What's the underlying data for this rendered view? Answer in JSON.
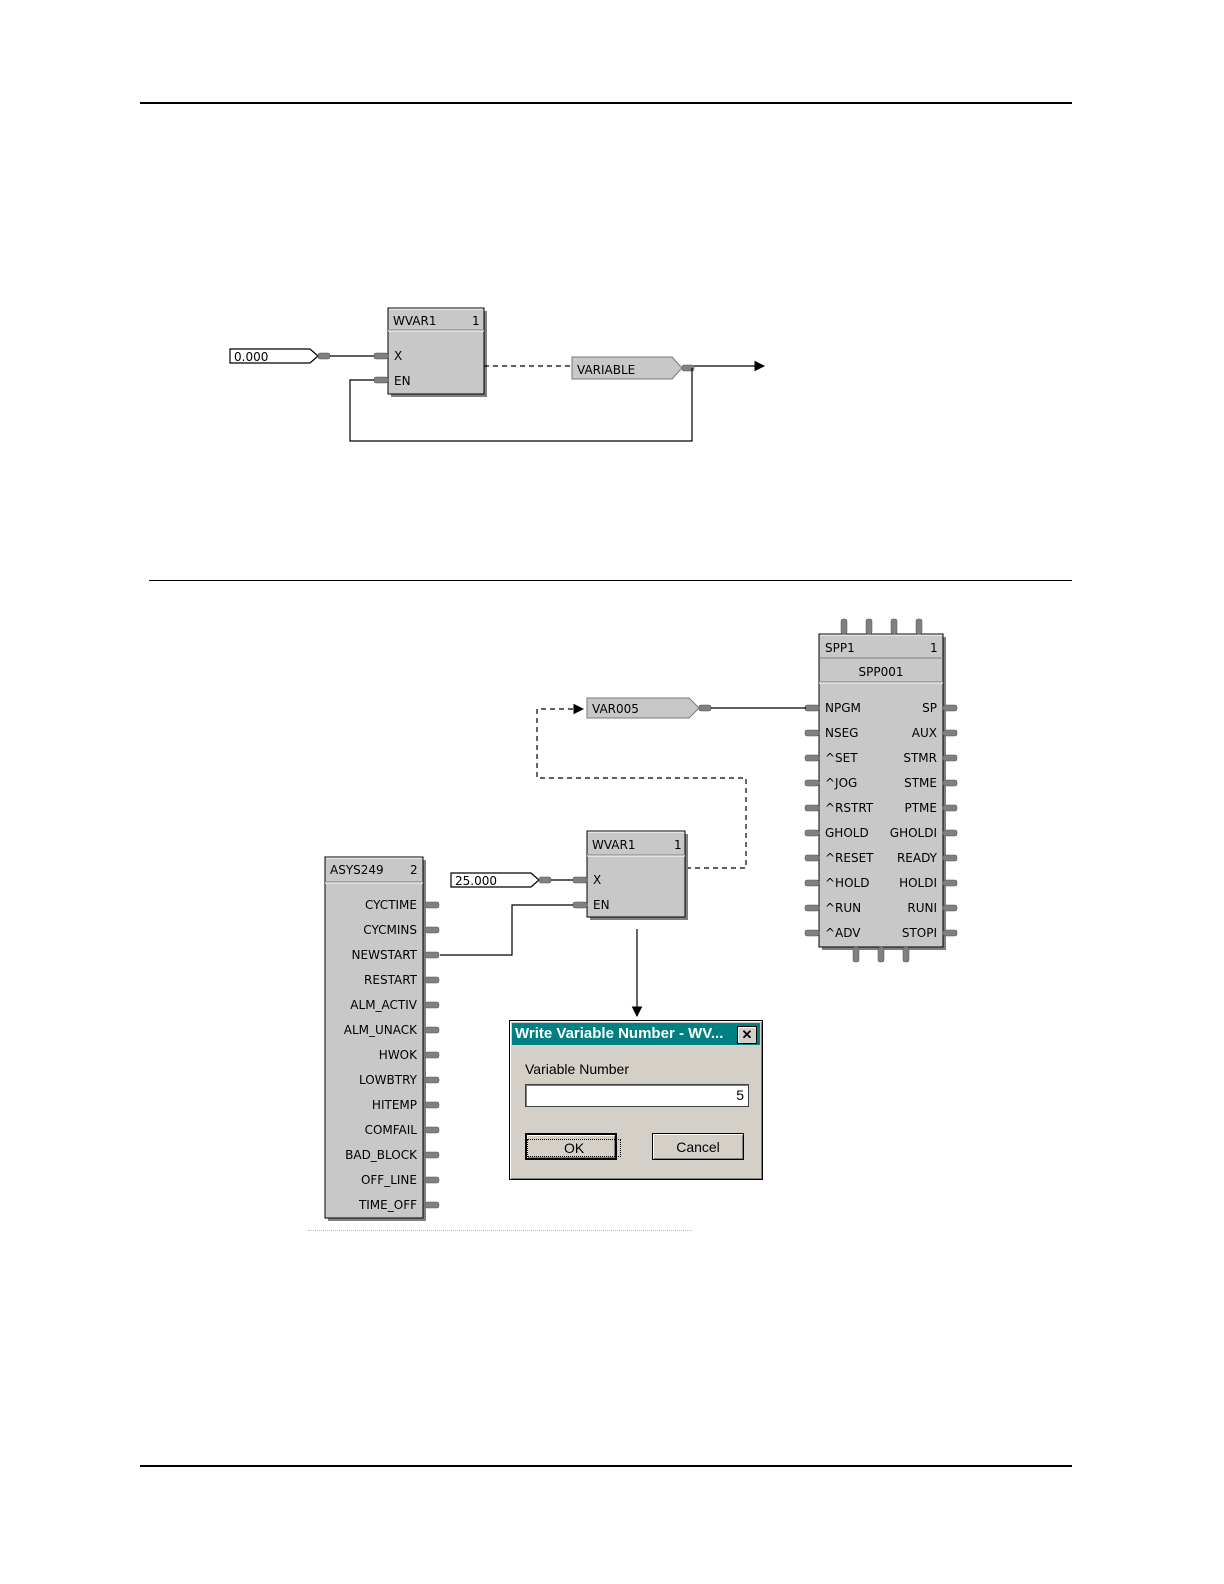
{
  "diagram1": {
    "block": {
      "name": "WVAR1",
      "order": "1",
      "pins": [
        "X",
        "EN"
      ]
    },
    "constant": "0.000",
    "variable_tag": "VARIABLE"
  },
  "diagram2": {
    "spp": {
      "name": "SPP1",
      "order": "1",
      "tag": "SPP001",
      "inputs": [
        "NPGM",
        "NSEG",
        "^SET",
        "^JOG",
        "^RSTRT",
        "GHOLD",
        "^RESET",
        "^HOLD",
        "^RUN",
        "^ADV"
      ],
      "outputs": [
        "SP",
        "AUX",
        "STMR",
        "STME",
        "PTME",
        "GHOLDI",
        "READY",
        "HOLDI",
        "RUNI",
        "STOPI"
      ]
    },
    "variable_tag": "VAR005",
    "wvar": {
      "name": "WVAR1",
      "order": "1",
      "pins": [
        "X",
        "EN"
      ]
    },
    "constant": "25.000",
    "asys": {
      "name": "ASYS249",
      "order": "2",
      "outputs": [
        "CYCTIME",
        "CYCMINS",
        "NEWSTART",
        "RESTART",
        "ALM_ACTIV",
        "ALM_UNACK",
        "HWOK",
        "LOWBTRY",
        "HITEMP",
        "COMFAIL",
        "BAD_BLOCK",
        "OFF_LINE",
        "TIME_OFF"
      ]
    },
    "dialog": {
      "title": "Write Variable Number - WV...",
      "close_glyph": "✕",
      "label": "Variable Number",
      "value": "5",
      "ok_label": "OK",
      "cancel_label": "Cancel"
    }
  }
}
